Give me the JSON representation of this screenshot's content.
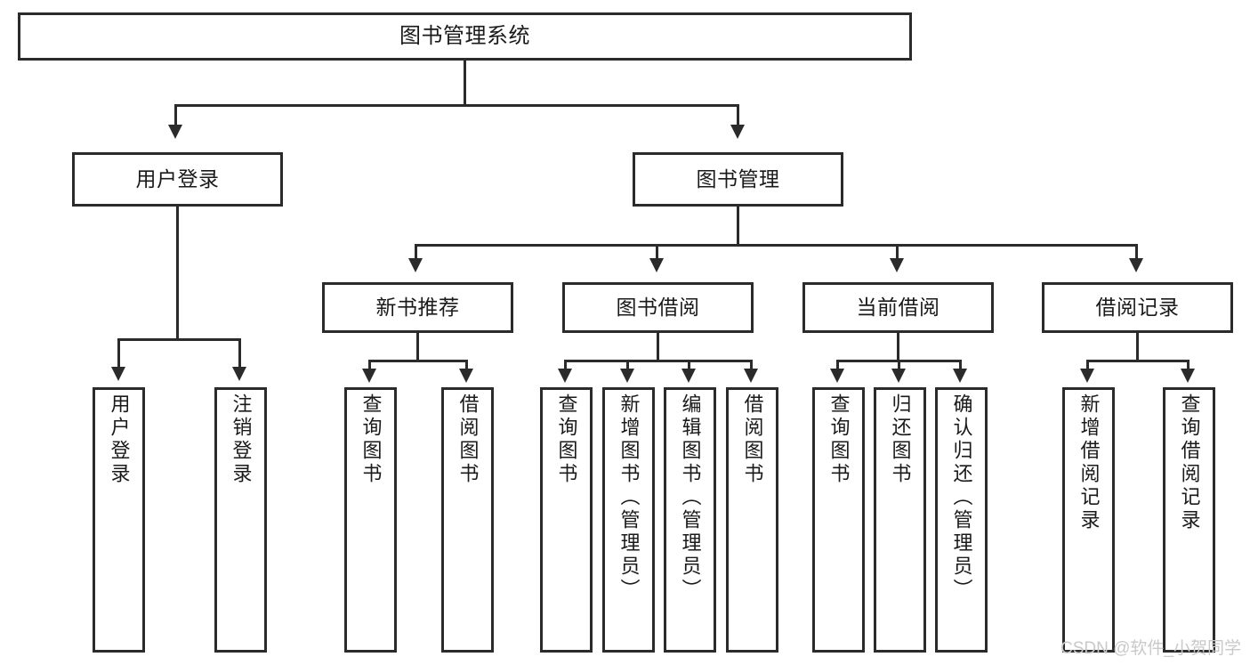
{
  "diagram": {
    "title": "图书管理系统",
    "type": "tree-hierarchy-chart",
    "root": {
      "label": "图书管理系统"
    },
    "level2": [
      {
        "label": "用户登录"
      },
      {
        "label": "图书管理"
      }
    ],
    "level3": [
      {
        "label": "新书推荐"
      },
      {
        "label": "图书借阅"
      },
      {
        "label": "当前借阅"
      },
      {
        "label": "借阅记录"
      }
    ],
    "leaves": {
      "user_login": [
        {
          "label": "用户登录"
        },
        {
          "label": "注销登录"
        }
      ],
      "new_book_recommend": [
        {
          "label": "查询图书"
        },
        {
          "label": "借阅图书"
        }
      ],
      "book_borrow": [
        {
          "label": "查询图书"
        },
        {
          "label": "新增图书（管理员）"
        },
        {
          "label": "编辑图书（管理员）"
        },
        {
          "label": "借阅图书"
        }
      ],
      "current_borrow": [
        {
          "label": "查询图书"
        },
        {
          "label": "归还图书"
        },
        {
          "label": "确认归还（管理员）"
        }
      ],
      "borrow_record": [
        {
          "label": "新增借阅记录"
        },
        {
          "label": "查询借阅记录"
        }
      ]
    }
  },
  "watermark": {
    "text": "CSDN @软件_小贺同学"
  },
  "colors": {
    "stroke": "#2b2b2b",
    "fill": "#ffffff",
    "text": "#1a1a1a",
    "watermark": "#c9c9c9"
  }
}
